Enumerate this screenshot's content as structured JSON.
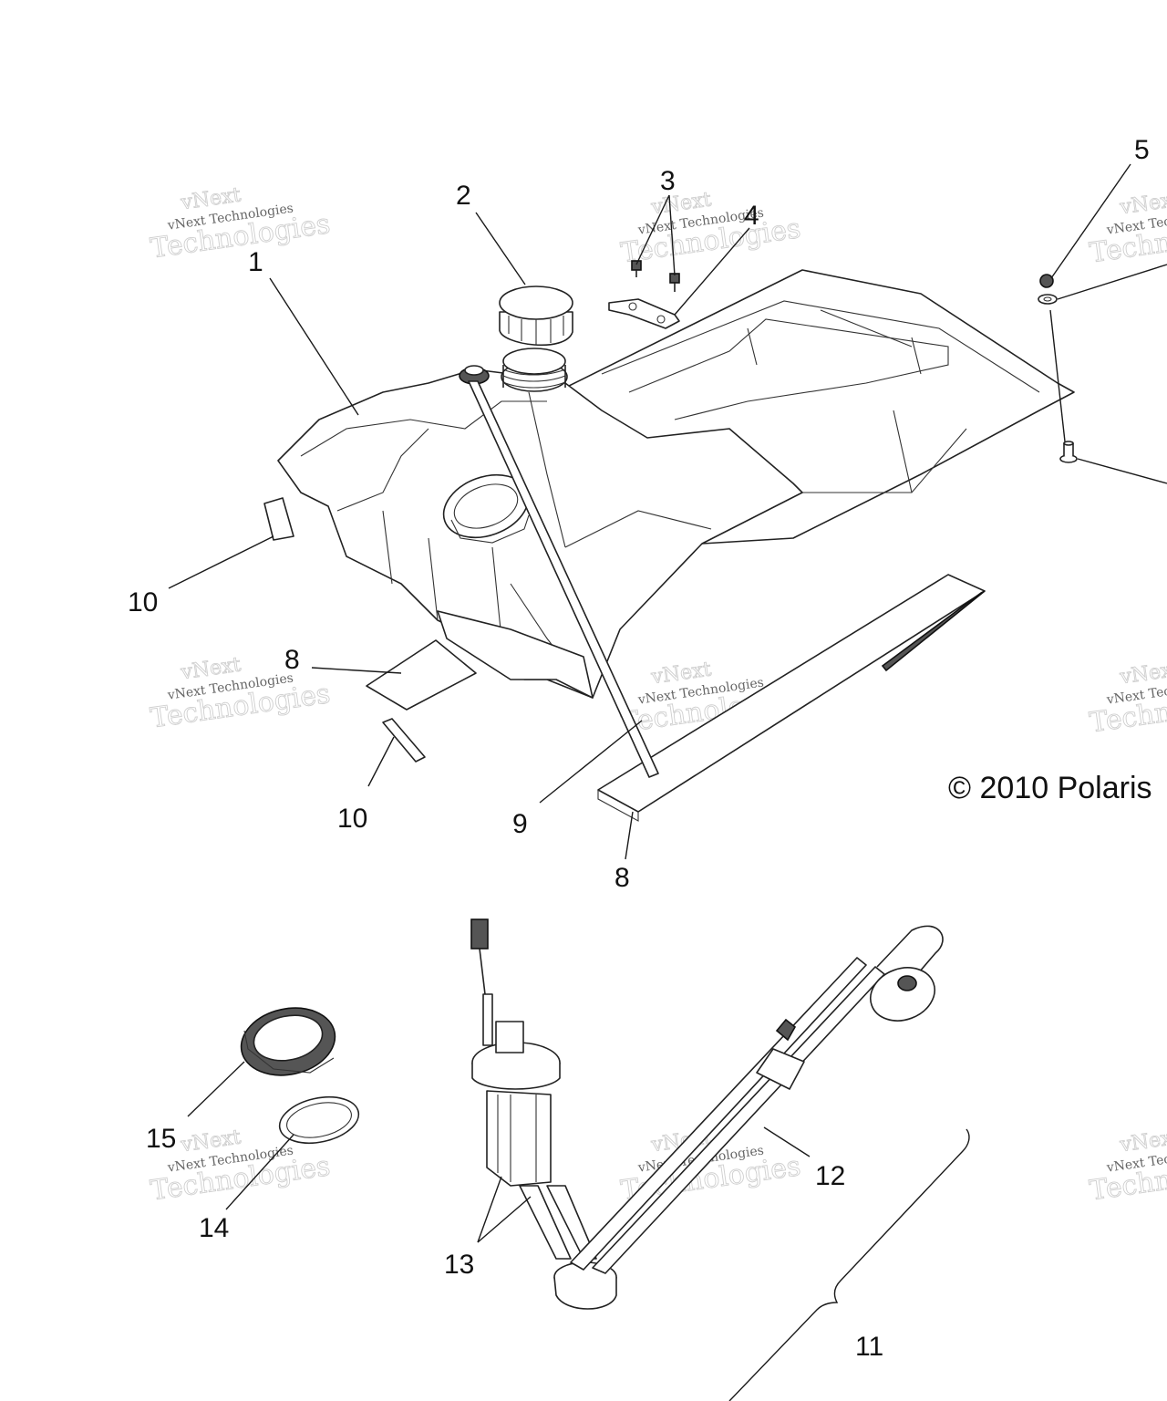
{
  "diagram": {
    "copyright": "© 2010 Polaris",
    "callouts": [
      "1",
      "2",
      "3",
      "4",
      "5",
      "8",
      "8",
      "9",
      "10",
      "10",
      "11",
      "12",
      "13",
      "14",
      "15"
    ],
    "watermark": {
      "brand": "vNext",
      "name": "vNext Technologies",
      "word": "Technologies"
    }
  }
}
